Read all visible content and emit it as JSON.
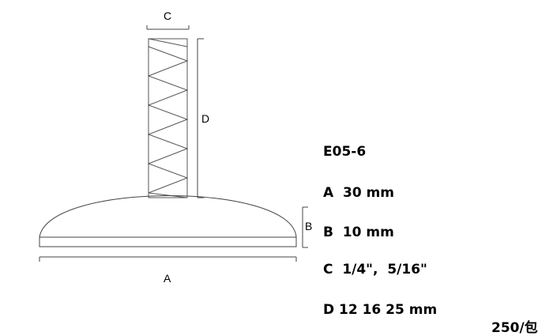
{
  "labels": {
    "a": "A",
    "b": "B",
    "c": "C",
    "d": "D"
  },
  "specs": {
    "model": "E05-6",
    "a": "A  30 mm",
    "b": "B  10 mm",
    "c": "C  1/4\",  5/16\"",
    "d": "D 12 16 25 mm"
  },
  "quantity": "250/包",
  "colors": {
    "line": "#444444",
    "text": "#000000"
  }
}
